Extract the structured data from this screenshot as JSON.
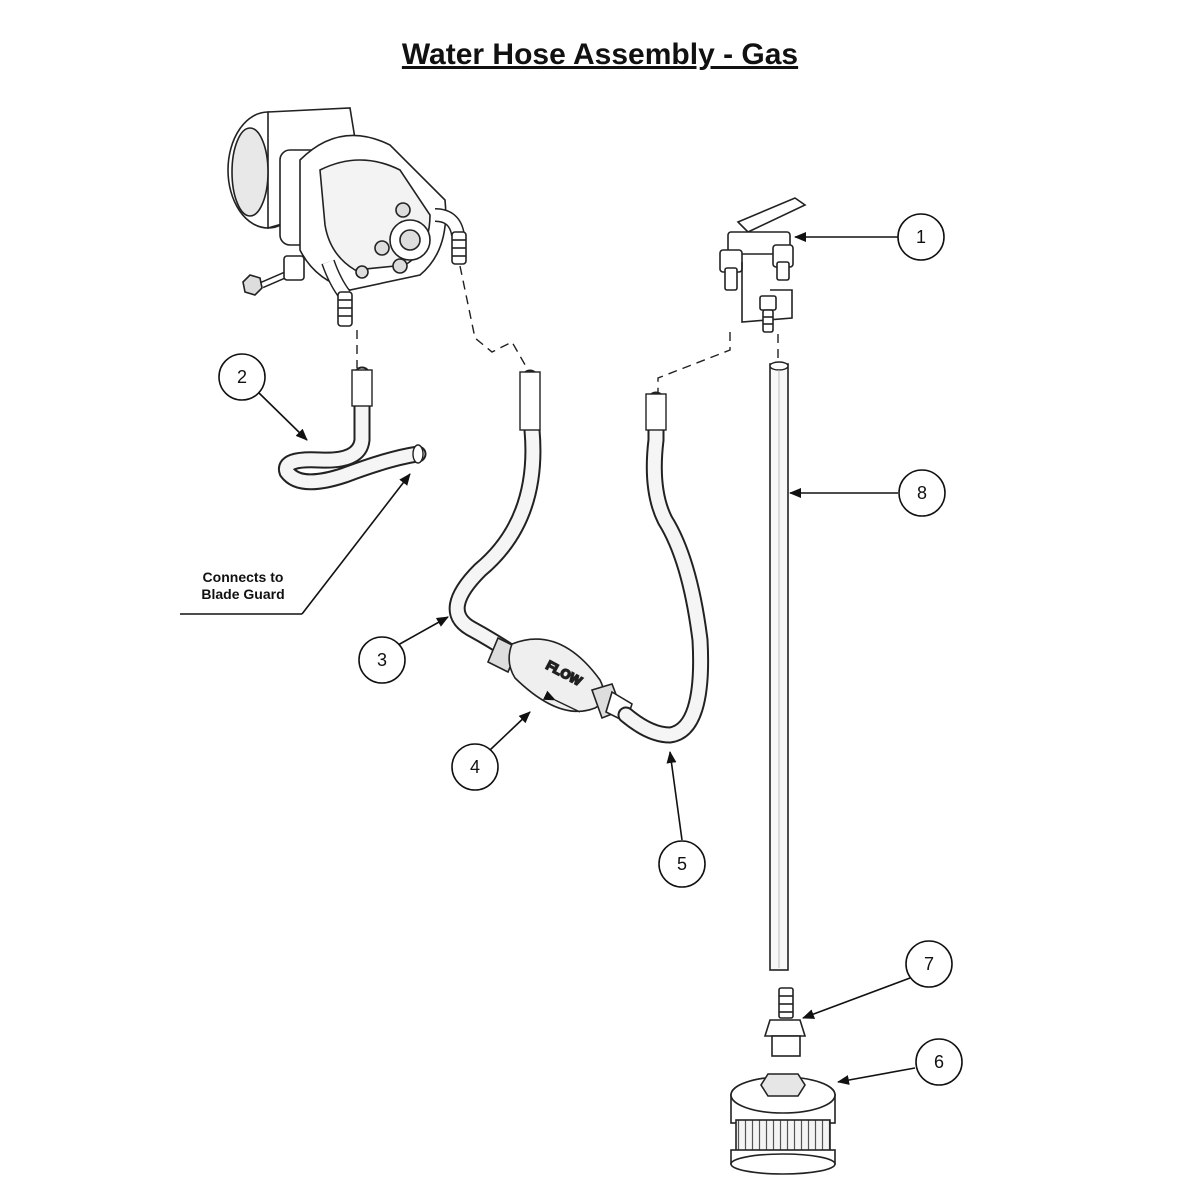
{
  "diagram": {
    "title": "Water Hose Assembly - Gas",
    "note_line1": "Connects to",
    "note_line2": "Blade Guard",
    "flow_label": "FLOW",
    "callouts": [
      "1",
      "2",
      "3",
      "4",
      "5",
      "6",
      "7",
      "8"
    ]
  }
}
